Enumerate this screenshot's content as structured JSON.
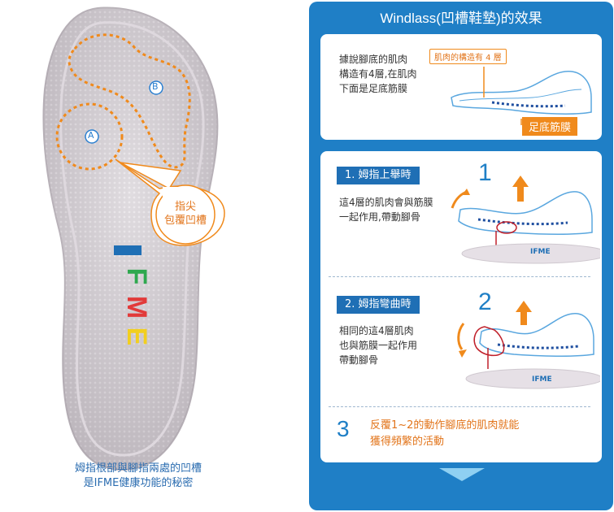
{
  "left": {
    "marker_a": "A",
    "marker_b": "B",
    "logo": [
      "I",
      "F",
      "M",
      "E"
    ],
    "bubble_lines": [
      "指尖",
      "包覆凹槽"
    ],
    "caption_lines": [
      "姆指根部與腳指兩處的凹槽",
      "是IFME健康功能的秘密"
    ]
  },
  "panel": {
    "title": "Windlass(凹槽鞋墊)的效果",
    "top_card": {
      "text_lines": [
        "據說腳底的肌肉",
        "構造有4層,在肌肉",
        "下面是足底筋膜"
      ],
      "callout": "肌肉的構造有 4 層",
      "fascia_label": "足底筋膜"
    },
    "step1": {
      "label": "1. 姆指上舉時",
      "number": "1",
      "text_lines": [
        "這4層的肌肉會與筋膜",
        "一起作用,帶動腳骨"
      ]
    },
    "step2": {
      "label": "2. 姆指彎曲時",
      "number": "2",
      "text_lines": [
        "相同的這4層肌肉",
        "也與筋膜一起作用",
        "帶動腳骨"
      ]
    },
    "step3": {
      "number": "3",
      "text_lines": [
        "反覆1~2的動作腳底的肌肉就能",
        "獲得頻繁的活動"
      ]
    },
    "mini_logo": "IFME"
  },
  "colors": {
    "panel_blue": "#1f7fc6",
    "pill_blue": "#1f6fb5",
    "accent_orange": "#f08a1c",
    "caption_blue": "#2a6cb0",
    "insole_gray": "#c9c3c9"
  }
}
